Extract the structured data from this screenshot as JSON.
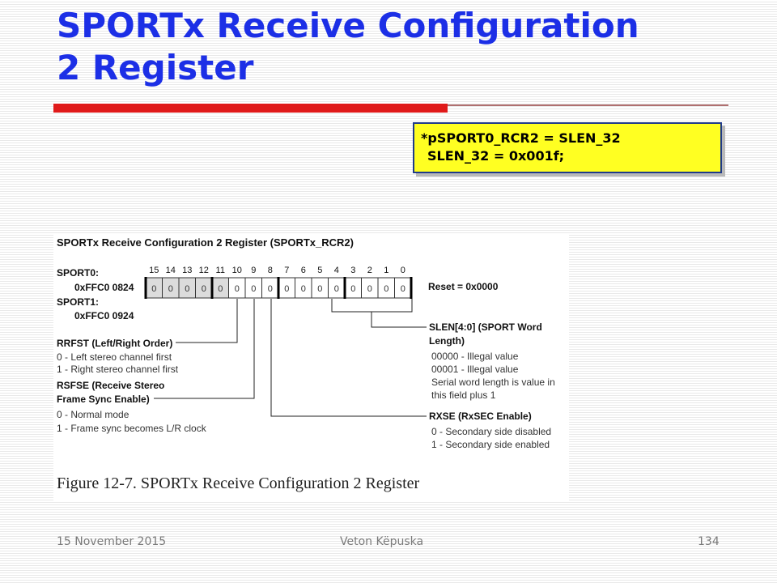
{
  "slide": {
    "title_line1": "SPORTx Receive Configuration",
    "title_line2": "2 Register",
    "code_line1": "*pSPORT0_RCR2 = SLEN_32",
    "code_line2": "SLEN_32 = 0x001f;"
  },
  "figure": {
    "heading": "SPORTx Receive Configuration 2 Register (SPORTx_RCR2)",
    "sport0_label": "SPORT0:",
    "sport0_addr": "0xFFC0 0824",
    "sport1_label": "SPORT1:",
    "sport1_addr": "0xFFC0 0924",
    "bit_numbers": [
      "15",
      "14",
      "13",
      "12",
      "11",
      "10",
      "9",
      "8",
      "7",
      "6",
      "5",
      "4",
      "3",
      "2",
      "1",
      "0"
    ],
    "bit_values": [
      "0",
      "0",
      "0",
      "0",
      "0",
      "0",
      "0",
      "0",
      "0",
      "0",
      "0",
      "0",
      "0",
      "0",
      "0",
      "0"
    ],
    "reset_text": "Reset = 0x0000",
    "rrfst_title": "RRFST (Left/Right Order)",
    "rrfst_0": "0 - Left stereo channel first",
    "rrfst_1": "1 - Right stereo channel first",
    "rsfse_title1": "RSFSE (Receive Stereo",
    "rsfse_title2": "Frame Sync Enable)",
    "rsfse_0": "0 - Normal mode",
    "rsfse_1": "1 - Frame sync becomes L/R clock",
    "slen_title1": "SLEN[4:0] (SPORT Word",
    "slen_title2": "Length)",
    "slen_d1": "00000 - Illegal value",
    "slen_d2": "00001 - Illegal value",
    "slen_d3": "Serial word length is value in",
    "slen_d4": "this field plus 1",
    "rxse_title": "RXSE (RxSEC Enable)",
    "rxse_0": "0 - Secondary side disabled",
    "rxse_1": "1 - Secondary side enabled",
    "caption": "Figure 12-7. SPORTx Receive Configuration 2 Register"
  },
  "footer": {
    "date": "15 November 2015",
    "author": "Veton Këpuska",
    "page": "134"
  },
  "colors": {
    "title": "#1c2fe6",
    "rule": "#e01a1a",
    "code_box_bg": "#ffff22",
    "code_box_border": "#1f3a8a"
  }
}
